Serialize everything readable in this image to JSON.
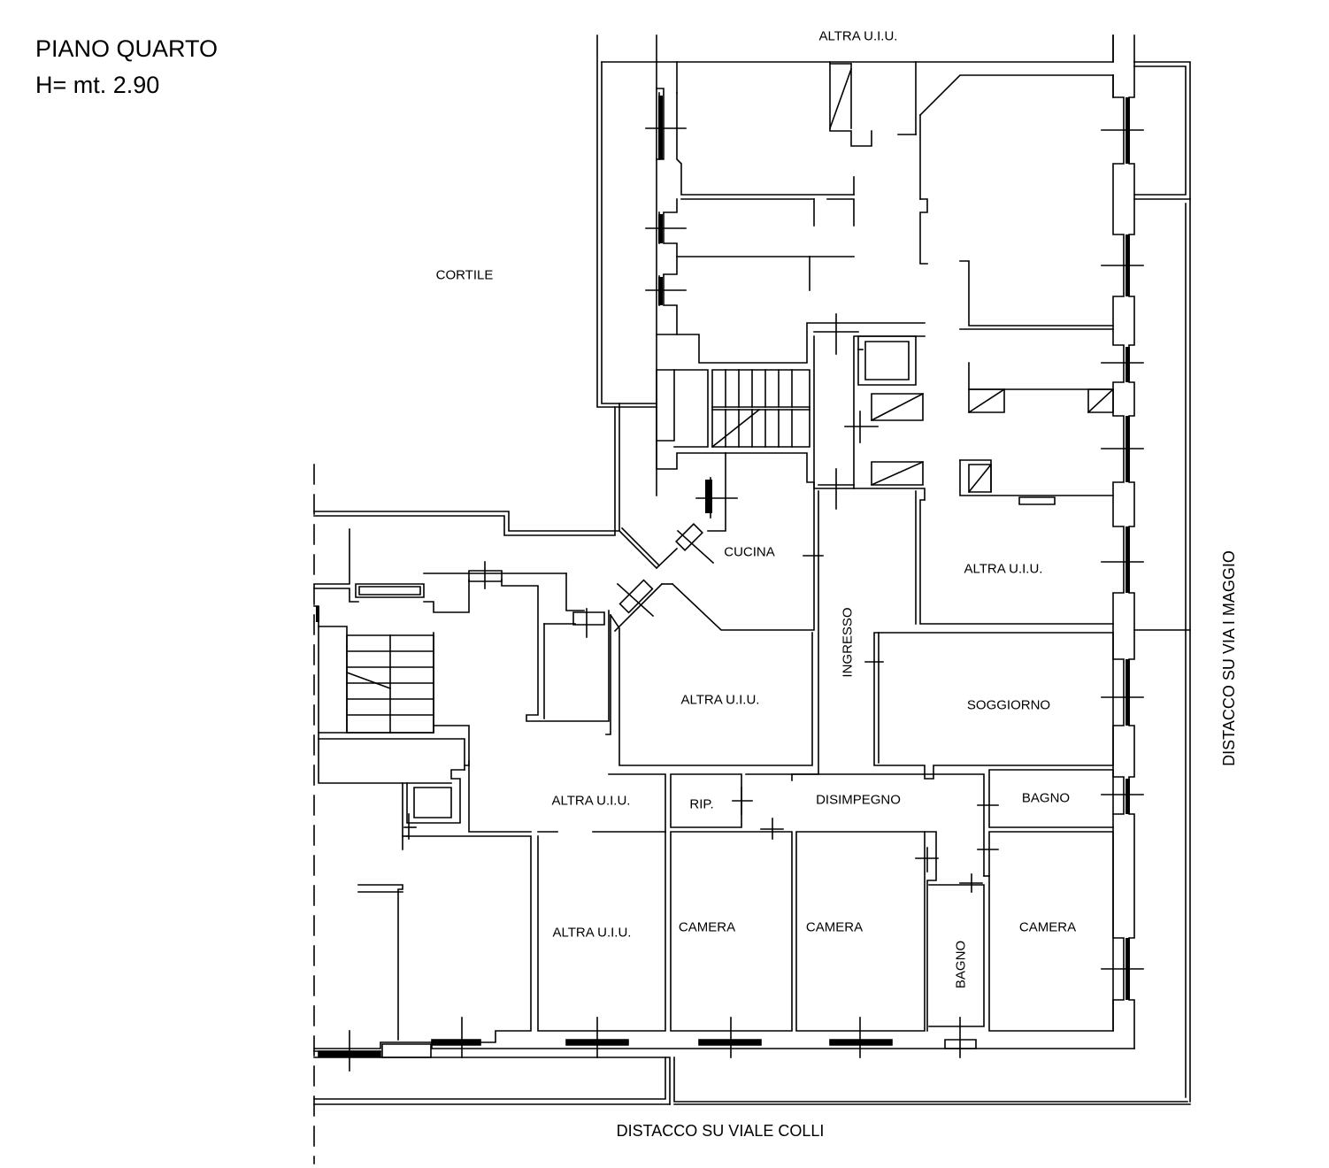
{
  "header": {
    "floor_name": "PIANO QUARTO",
    "height": "H= mt. 2.90"
  },
  "rooms": {
    "altra_top": "ALTRA U.I.U.",
    "cortile": "CORTILE",
    "cucina": "CUCINA",
    "altra_right": "ALTRA U.I.U.",
    "ingresso": "INGRESSO",
    "altra_center": "ALTRA U.I.U.",
    "soggiorno": "SOGGIORNO",
    "altra_mid": "ALTRA U.I.U.",
    "rip": "RIP.",
    "disimpegno": "DISIMPEGNO",
    "bagno_1": "BAGNO",
    "altra_bottom": "ALTRA U.I.U.",
    "camera_1": "CAMERA",
    "camera_2": "CAMERA",
    "camera_3": "CAMERA",
    "bagno_2": "BAGNO"
  },
  "boundaries": {
    "distacco_right": "DISTACCO SU VIA  I MAGGIO",
    "distacco_bottom": "DISTACCO SU VIALE COLLI"
  }
}
